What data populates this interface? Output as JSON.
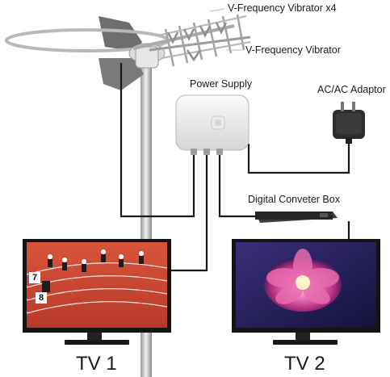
{
  "labels": {
    "vibrator_x4": "V-Frequency Vibrator x4",
    "vibrator": "V-Frequency Vibrator",
    "power_supply": "Power Supply",
    "adaptor": "AC/AC Adaptor",
    "converter": "Digital Conveter Box",
    "tv1": "TV 1",
    "tv2": "TV 2"
  },
  "tv1_screen_numbers": [
    "7",
    "8"
  ],
  "colors": {
    "cable": "#1a1a1a",
    "track": "#c9432e",
    "flower": "#d9479a",
    "screen_bg": "#1e1a55"
  }
}
